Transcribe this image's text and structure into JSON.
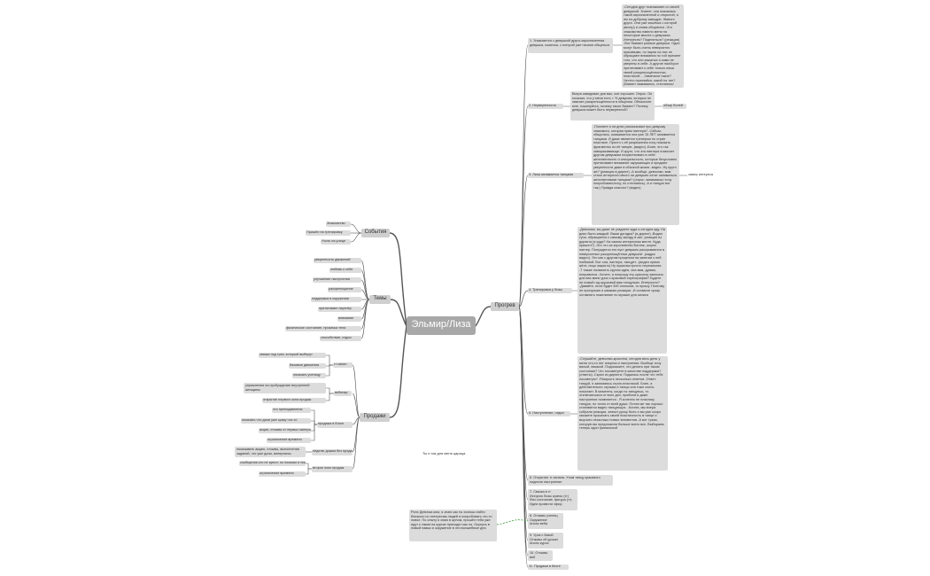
{
  "central": "Эльмир/Лиза",
  "left_branches": [
    {
      "label": "События",
      "items": [
        "Знакомство",
        "Пришёл на тренировку",
        "Учить на улице"
      ]
    },
    {
      "label": "Темы",
      "items": [
        "уверенность движений",
        "любовь к себе",
        "улучшение настроения",
        "раскрепощение",
        "поддержка в окружении",
        "притягивает партнёр",
        "внимание",
        "физическое состояние, прокачка тела",
        "способствие, отдых"
      ]
    },
    {
      "label": "Продажи",
      "groups": [
        {
          "label": "тг канал",
          "items": [
            "связка под трек, который выберут",
            "базовые движения",
            "показать ученицу"
          ]
        },
        {
          "label": "вебинар",
          "items": [
            "упражнения на пробуждение внутренней женщины",
            "открытие первого окна продаж"
          ]
        },
        {
          "label": "продажи в блоге",
          "items": [
            "что преподавателя",
            "показать что дали уже сразу что-то",
            "акция, отзывы от первых материалов",
            "ограничение времени"
          ]
        },
        {
          "label": "неделю дожим без продаж",
          "items": [
            "показывать акцию, отзывы, выполнения заданий, что уже дали, материалы"
          ]
        },
        {
          "label": "второе окно продаж",
          "items": [
            "сообщения кто не купил, но показал и пишет",
            "ограничение времени"
          ]
        }
      ]
    }
  ],
  "progress": {
    "label": "Прогрев",
    "items": [
      {
        "label": "1. Знакомится с девушкой друга-зарозначенная девушка, кошечка, с которой уже начали общаться",
        "text": "-Сегодня друг познакомил со своей девушкой. Знаете, она оказалась такой зарозначенной и открытой, я им по-доброму завидую. Живого друга. Они уже кошечка с которой (вечер) и снова общаются\n-Это знакомство навело меня на некоторые мысли о девушках. Интересно? Поделиться? (реакция)\n-Вот бывают разные девушки. Одни могут быть очень невероятно красивыми, но парни на них не обращают внимания по той причине того, что они зажатые и сами не уверены в себе. А другие наоборот притягивают к себе только лишь своей раскрепощённостью, пластикой...\n-Замечали такое? Честно признайся, какой ты тип? (бывает зажимаюсь, стесняюсь/ всегда уверенная и открытая)"
      },
      {
        "label": "2. Неуверенность",
        "text": "Вчера завидовал для вас, ооп хорошее. Опрос. Он показал, что у меня есть > % девушек, которых не хватает раскрепощённости в общении. Объясните мне, пожалуйста, почему такое бывает? Почему девушка может быть неуверенной?",
        "extra": "обзор болей"
      },
      {
        "label": "3. Лиза занимается танцами",
        "text": "-Помните я на днях рассказывал про девушку знакомого, которая прям пантера?\n-Сейчас общались, оказывается она уже 15 ЛЕТ занимается танцами. И даже является тренером по стрип пластике. Просто с её разрешения хочу показать фрагменты из её танцев\n-(видео)\n-Блин, это так завораживающе. И круто, что эта пантера помогает другим девушкам почувствовать в себе женственность и сексуальность, которые безусловно притягивают внимание окружающих и придают уверенности даже в обычной жизни\n-видео\n-Ну круто же? (реакция в директ)\n-А вообще, девчонки, вам стало интересно много ли девушек хотят заниматься женственными танцами? (опрос: занимаюсь/ хочу попробовать/хочу, но стесняюсь)\n-А я танцую вот так:) Правда классно? (видео)",
        "extra": "замер интереса"
      },
      {
        "label": "4. Тренировка у Лизы",
        "text": "-Девчонки, вы даже не угадаете куда я сегодня иду. На днях было каждый. Ваши догадки? (в директ)\n-Видно тупь: обращается к самому заходу в зал\n-реакция из директа (я куда? На самом интересном месте. Куда пришел?)\n-Это что за королевство Богинь, шоуно пантер. Попуждется это пуст девушек раскрываются в невероятных раскрепощённых девушек!\n-(кадры видео). Это как с другим прицелом на занятии с ней любимой. Вот она, пантера, танцует.\n-(видео прямо жёлт, лицо закрыто) Ну пушилка просто нереальная\n-Т также похвалить крутая идея, она вам, думаю, понравится\n-Хотите, я попрошу эту красотку записать для вас мини урок о красивой хореографии? Будете не новый год крушовой вам танцульки. Интересно?\n-Давайте, если будет 500 огоньков, то прошу. Поэтому не пропускаю и жмякаю реакцию\n-И оставите сразу оставлять пожелание по музыке для записи"
      },
      {
        "label": "5. Наступление, отдых",
        "text": "-Слушайте, девчонки-красотки, сегодня весь день у меня что-то нет энергии и настроения. Вообще хочу вялый, никакой\n-Подскажите, что делать при таком состоянии? Что посоветуете в качестве поддержки? (ответы)\n-Скрин из директа: Подалась после что тебе посоветую?\n-Раскрыть несколько ответов\n-Ответ: танцуй, я занимаюсь стрип-пластикой.\nБлин, а действительно: музыка и танцы она тоже очень помогает. В моменты, когда ты танцуешь, то отключаешься от всех дел, проблем и даже настроение появляется\n- Я конечно не пластику танцую, но точно от всей души. Потом же так хорошо становится видео танцующих.\n-Кстати, мы вчера собрали реакции, значит уроку быть и вы уже скоро сможете прокачать своей пластичность в танце и выучить несколько новых элементов\n-А вот трека, которую вы предложили больше всего все. Выбираем теперь один финальный"
      },
      {
        "label": "6. Открытие тг канала. Учим танцу красивого подняли настроение",
        "text": ""
      },
      {
        "label": "7. Связка в тг\nИстория Лизы кратко (тг)\nФиз состояние, фигура (тг)\nИдея провести эфир",
        "text": ""
      },
      {
        "label": "8. Отзывы учениц\nОкружение\nАнонс вебa",
        "text": ""
      },
      {
        "label": "9. Урок с базой\nОтзывы об уроках\nАнонс курса",
        "text": ""
      },
      {
        "label": "10. Отзывы\nвеб",
        "text": ""
      },
      {
        "label": "11. Продажи в блоге",
        "text": ""
      }
    ]
  },
  "floating_note": "Ты и так для меня царица",
  "script_note": "Рилс\nДевочка моя, я знаю как ты хочешь найти близкого по интересам людей и попробовать что-то новое. По опыту я знаю в целом, прошёл тебя уже идут к таким на курсах приходят как ты. Окунусь в новый навык и окружение в эти волшебные дни"
}
